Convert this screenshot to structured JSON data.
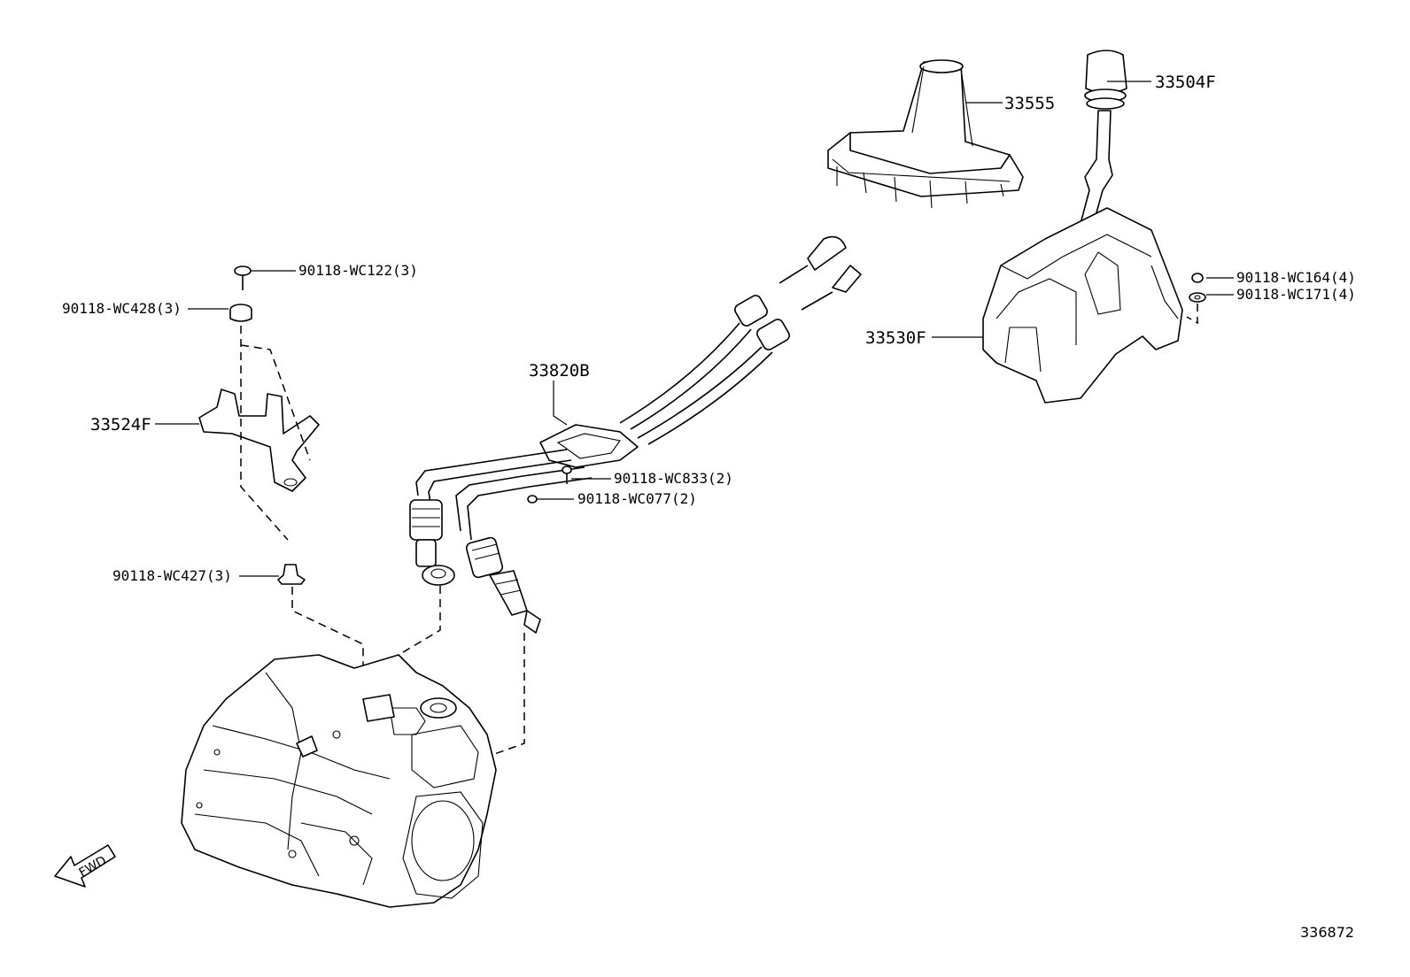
{
  "labels": {
    "shift_boot": "33555",
    "shift_knob": "33504F",
    "bolt_wc122": "90118-WC122(3)",
    "washer_wc428": "90118-WC428(3)",
    "bracket": "33524F",
    "cable_assy": "33820B",
    "nut_wc164": "90118-WC164(4)",
    "washer_wc171": "90118-WC171(4)",
    "shift_lever_housing": "33530F",
    "bolt_wc833": "90118-WC833(2)",
    "nut_wc077": "90118-WC077(2)",
    "bolt_wc427": "90118-WC427(3)"
  },
  "fwd_marker": "FWD",
  "diagram_id": "336872"
}
